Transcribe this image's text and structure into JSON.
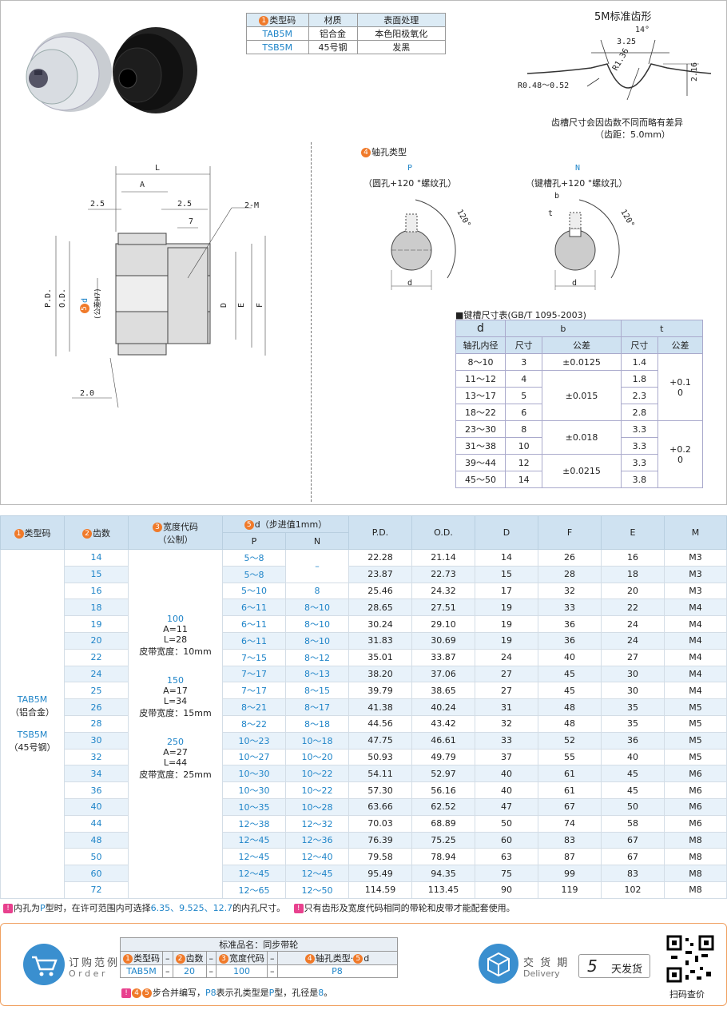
{
  "material_table": {
    "headers": [
      "类型码",
      "材质",
      "表面处理"
    ],
    "header_badge": "1",
    "rows": [
      {
        "code": "TAB5M",
        "material": "铝合金",
        "surface": "本色阳极氧化"
      },
      {
        "code": "TSB5M",
        "material": "45号钢",
        "surface": "发黑"
      }
    ]
  },
  "tooth_profile": {
    "title": "5M标准齿形",
    "angle": "14°",
    "width": "3.25",
    "radius_r": "R1.36",
    "depth": "2.16",
    "radius_base": "R0.48～0.52",
    "note1": "齿槽尺寸会因齿数不同而略有差异",
    "note2": "（齿距：5.0mm）"
  },
  "section_drawing": {
    "L": "L",
    "A": "A",
    "left_25": "2.5",
    "right_25": "2.5",
    "seven": "7",
    "tap": "2-M",
    "pd": "P.D.",
    "od": "O.D.",
    "d_badge": "5",
    "d_label": "d",
    "d_tol": "(公差H7)",
    "D": "D",
    "E": "E",
    "F": "F",
    "two": "2.0"
  },
  "bore_types": {
    "badge": "4",
    "title": "轴孔类型",
    "p_code": "P",
    "p_desc": "（圆孔+120 °螺纹孔）",
    "n_code": "N",
    "n_desc": "（键槽孔+120 °螺纹孔）",
    "angle": "120°",
    "d": "d",
    "b": "b",
    "t": "t"
  },
  "keyway_table": {
    "title": "■键槽尺寸表(GB/T 1095-2003)",
    "h_d": "d",
    "h_bore": "轴孔内径",
    "h_b": "b",
    "h_t": "t",
    "h_size": "尺寸",
    "h_tol": "公差",
    "rows": [
      {
        "d": "8～10",
        "b": "3",
        "t": "1.4"
      },
      {
        "d": "11～12",
        "b": "4",
        "t": "1.8"
      },
      {
        "d": "13～17",
        "b": "5",
        "t": "2.3"
      },
      {
        "d": "18～22",
        "b": "6",
        "t": "2.8"
      },
      {
        "d": "23～30",
        "b": "8",
        "t": "3.3"
      },
      {
        "d": "31～38",
        "b": "10",
        "t": "3.3"
      },
      {
        "d": "39～44",
        "b": "12",
        "t": "3.3"
      },
      {
        "d": "45～50",
        "b": "14",
        "t": "3.8"
      }
    ],
    "b_tol": [
      "±0.0125",
      "±0.015",
      "±0.018",
      "±0.0215"
    ],
    "t_tol": [
      "+0.1\n0",
      "+0.2\n0"
    ]
  },
  "main_table": {
    "h_type": "类型码",
    "h_teeth": "齿数",
    "h_width": "宽度代码",
    "h_width_sub": "（公制）",
    "h_d": "d（步进值1mm）",
    "h_p": "P",
    "h_n": "N",
    "h_pd": "P.D.",
    "h_od": "O.D.",
    "h_D": "D",
    "h_F": "F",
    "h_E": "E",
    "h_M": "M",
    "type_cell": [
      "TAB5M",
      "（铝合金）",
      "",
      "TSB5M",
      "（45号钢）"
    ],
    "width_groups": [
      {
        "code": "100",
        "a": "A=11",
        "l": "L=28",
        "belt": "皮带宽度：10mm"
      },
      {
        "code": "150",
        "a": "A=17",
        "l": "L=34",
        "belt": "皮带宽度：15mm"
      },
      {
        "code": "250",
        "a": "A=27",
        "l": "L=44",
        "belt": "皮带宽度：25mm"
      }
    ],
    "rows": [
      {
        "z": "14",
        "p": "5～8",
        "n": "–",
        "pd": "22.28",
        "od": "21.14",
        "D": "14",
        "F": "26",
        "E": "16",
        "M": "M3"
      },
      {
        "z": "15",
        "p": "5～8",
        "n": "",
        "pd": "23.87",
        "od": "22.73",
        "D": "15",
        "F": "28",
        "E": "18",
        "M": "M3"
      },
      {
        "z": "16",
        "p": "5～10",
        "n": "8",
        "pd": "25.46",
        "od": "24.32",
        "D": "17",
        "F": "32",
        "E": "20",
        "M": "M3"
      },
      {
        "z": "18",
        "p": "6～11",
        "n": "8～10",
        "pd": "28.65",
        "od": "27.51",
        "D": "19",
        "F": "33",
        "E": "22",
        "M": "M4"
      },
      {
        "z": "19",
        "p": "6～11",
        "n": "8～10",
        "pd": "30.24",
        "od": "29.10",
        "D": "19",
        "F": "36",
        "E": "24",
        "M": "M4"
      },
      {
        "z": "20",
        "p": "6～11",
        "n": "8～10",
        "pd": "31.83",
        "od": "30.69",
        "D": "19",
        "F": "36",
        "E": "24",
        "M": "M4"
      },
      {
        "z": "22",
        "p": "7～15",
        "n": "8～12",
        "pd": "35.01",
        "od": "33.87",
        "D": "24",
        "F": "40",
        "E": "27",
        "M": "M4"
      },
      {
        "z": "24",
        "p": "7～17",
        "n": "8～13",
        "pd": "38.20",
        "od": "37.06",
        "D": "27",
        "F": "45",
        "E": "30",
        "M": "M4"
      },
      {
        "z": "25",
        "p": "7～17",
        "n": "8～15",
        "pd": "39.79",
        "od": "38.65",
        "D": "27",
        "F": "45",
        "E": "30",
        "M": "M4"
      },
      {
        "z": "26",
        "p": "8～21",
        "n": "8～17",
        "pd": "41.38",
        "od": "40.24",
        "D": "31",
        "F": "48",
        "E": "35",
        "M": "M5"
      },
      {
        "z": "28",
        "p": "8～22",
        "n": "8～18",
        "pd": "44.56",
        "od": "43.42",
        "D": "32",
        "F": "48",
        "E": "35",
        "M": "M5"
      },
      {
        "z": "30",
        "p": "10～23",
        "n": "10～18",
        "pd": "47.75",
        "od": "46.61",
        "D": "33",
        "F": "52",
        "E": "36",
        "M": "M5"
      },
      {
        "z": "32",
        "p": "10～27",
        "n": "10～20",
        "pd": "50.93",
        "od": "49.79",
        "D": "37",
        "F": "55",
        "E": "40",
        "M": "M5"
      },
      {
        "z": "34",
        "p": "10～30",
        "n": "10～22",
        "pd": "54.11",
        "od": "52.97",
        "D": "40",
        "F": "61",
        "E": "45",
        "M": "M6"
      },
      {
        "z": "36",
        "p": "10～30",
        "n": "10～22",
        "pd": "57.30",
        "od": "56.16",
        "D": "40",
        "F": "61",
        "E": "45",
        "M": "M6"
      },
      {
        "z": "40",
        "p": "10～35",
        "n": "10～28",
        "pd": "63.66",
        "od": "62.52",
        "D": "47",
        "F": "67",
        "E": "50",
        "M": "M6"
      },
      {
        "z": "44",
        "p": "12～38",
        "n": "12～32",
        "pd": "70.03",
        "od": "68.89",
        "D": "50",
        "F": "74",
        "E": "58",
        "M": "M6"
      },
      {
        "z": "48",
        "p": "12～45",
        "n": "12～36",
        "pd": "76.39",
        "od": "75.25",
        "D": "60",
        "F": "83",
        "E": "67",
        "M": "M8"
      },
      {
        "z": "50",
        "p": "12～45",
        "n": "12～40",
        "pd": "79.58",
        "od": "78.94",
        "D": "63",
        "F": "87",
        "E": "67",
        "M": "M8"
      },
      {
        "z": "60",
        "p": "12～45",
        "n": "12～45",
        "pd": "95.49",
        "od": "94.35",
        "D": "75",
        "F": "99",
        "E": "83",
        "M": "M8"
      },
      {
        "z": "72",
        "p": "12～65",
        "n": "12～50",
        "pd": "114.59",
        "od": "113.45",
        "D": "90",
        "F": "119",
        "E": "102",
        "M": "M8"
      }
    ]
  },
  "notes": {
    "n1a": "内孔为",
    "n1p": "P",
    "n1b": "型时，在许可范围内可选择",
    "n1v": "6.35、9.525、12.7",
    "n1c": "的内孔尺寸。",
    "n2": "只有齿形及宽度代码相同的带轮和皮带才能配套使用。"
  },
  "order": {
    "title": "订购范例",
    "sub": "O r d e r",
    "std_name": "标准品名：同步带轮",
    "h_type": "类型码",
    "h_teeth": "齿数",
    "h_width": "宽度代码",
    "h_bore": "轴孔类型·",
    "v_type": "TAB5M",
    "v_teeth": "20",
    "v_width": "100",
    "v_bore": "P8",
    "dash": "–",
    "note_a": "步合并编写，",
    "note_b": "P8",
    "note_c": "表示孔类型是",
    "note_d": "P",
    "note_e": "型，孔径是",
    "note_f": "8",
    "note_g": "。",
    "delivery_title": "交 货 期",
    "delivery_sub": "Delivery",
    "delivery_days": "5",
    "delivery_unit": "天发货",
    "qr_label": "扫码查价"
  },
  "colors": {
    "accent_blue": "#1e84c8",
    "badge_orange": "#f07a2a",
    "header_blue": "#cfe2f1",
    "border_orange": "#f0a060"
  }
}
